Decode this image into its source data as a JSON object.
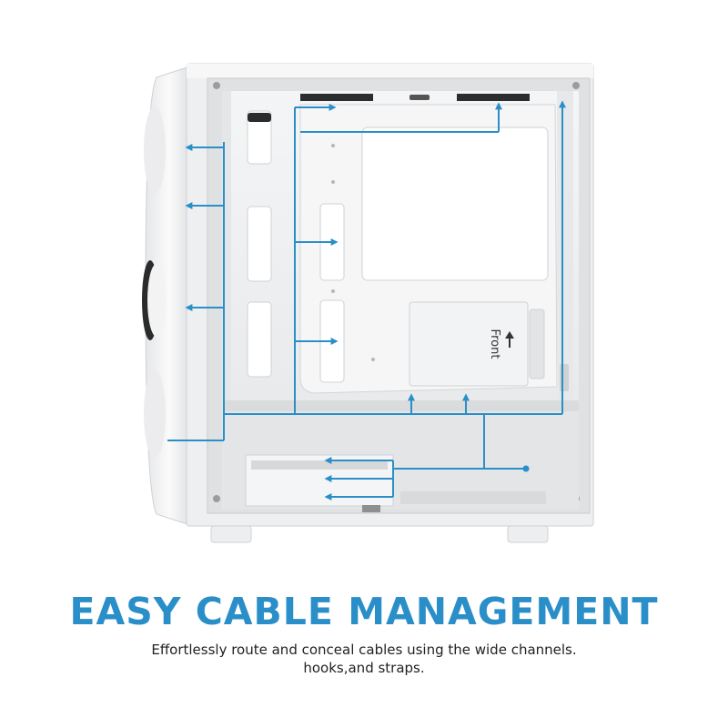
{
  "product": {
    "drive_label": "Front",
    "drive_icon": "arrow-up-icon"
  },
  "colors": {
    "accent": "#2a8fc9",
    "case_body": "#f1f2f3",
    "case_shadow": "#d4d6d8",
    "background": "#ffffff"
  },
  "headline": "EASY CABLE MANAGEMENT",
  "description": {
    "line1": "Effortlessly route and conceal cables using the wide channels.",
    "line2": "hooks,and straps."
  }
}
